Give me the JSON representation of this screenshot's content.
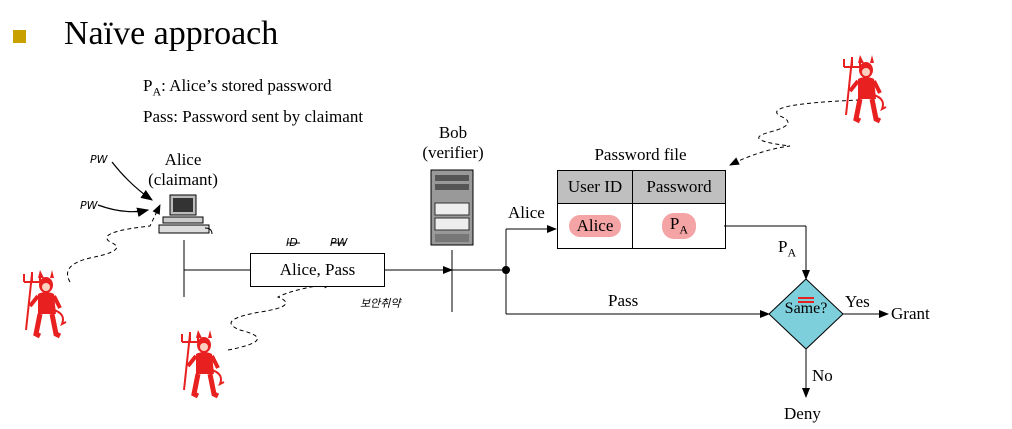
{
  "slide": {
    "title": "Naïve approach"
  },
  "definitions": {
    "pa_symbol": "P",
    "pa_sub": "A",
    "pa_text": ": Alice’s stored password",
    "pass_line": "Pass: Password sent by claimant"
  },
  "claimant": {
    "name": "Alice",
    "role": "(claimant)"
  },
  "verifier": {
    "name": "Bob",
    "role": "(verifier)"
  },
  "message_box": {
    "text": "Alice, Pass"
  },
  "handwriting": {
    "pw_top": "PW",
    "pw_left": "PW",
    "id_note": "ID",
    "pw_note": "PW",
    "korean_note": "보안취약"
  },
  "password_file": {
    "title": "Password file",
    "headers": [
      "User ID",
      "Password"
    ],
    "row": {
      "user_id": "Alice",
      "password_symbol": "P",
      "password_sub": "A"
    }
  },
  "flow_labels": {
    "alice_arrow": "Alice",
    "pass_arrow": "Pass",
    "pa_symbol": "P",
    "pa_sub": "A"
  },
  "decision": {
    "question": "Same?",
    "yes_label": "Yes",
    "yes_result": "Grant",
    "no_label": "No",
    "no_result": "Deny"
  },
  "colors": {
    "bullet": "#c8a000",
    "table_header": "#bfbfbf",
    "highlight": "#f4a4a4",
    "decision_fill": "#7ecfdc",
    "devil": "#e82020"
  }
}
